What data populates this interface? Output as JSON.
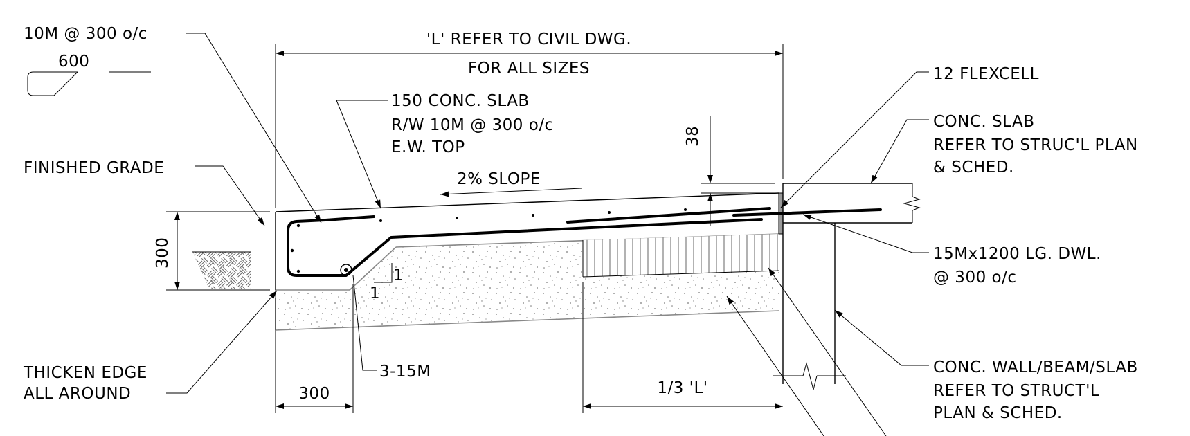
{
  "labels": {
    "top_bar": "10M @ 300 o/c",
    "bar_dim": "600",
    "span_line1": "'L' REFER TO CIVIL DWG.",
    "span_line2": "FOR ALL SIZES",
    "slab_line1": "150 CONC. SLAB",
    "slab_line2": "R/W 10M @ 300 o/c",
    "slab_line3": "E.W. TOP",
    "slope": "2% SLOPE",
    "dim_38": "38",
    "flexcell": "12 FLEXCELL",
    "conc_slab_line1": "CONC. SLAB",
    "conc_slab_line2": "REFER TO STRUC'L PLAN",
    "conc_slab_line3": "& SCHED.",
    "finished_grade": "FINISHED GRADE",
    "dim_300_vertical": "300",
    "dowel_line1": "15Mx1200 LG. DWL.",
    "dowel_line2": "@ 300 o/c",
    "slope_ratio_1a": "1",
    "slope_ratio_1b": "1",
    "bottom_bars": "3-15M",
    "thicken_line1": "THICKEN EDGE",
    "thicken_line2": "ALL AROUND",
    "dim_300_bottom": "300",
    "one_third_L": "1/3 'L'",
    "wall_line1": "CONC. WALL/BEAM/SLAB",
    "wall_line2": "REFER TO STRUCT'L",
    "wall_line3": "PLAN & SCHED."
  }
}
